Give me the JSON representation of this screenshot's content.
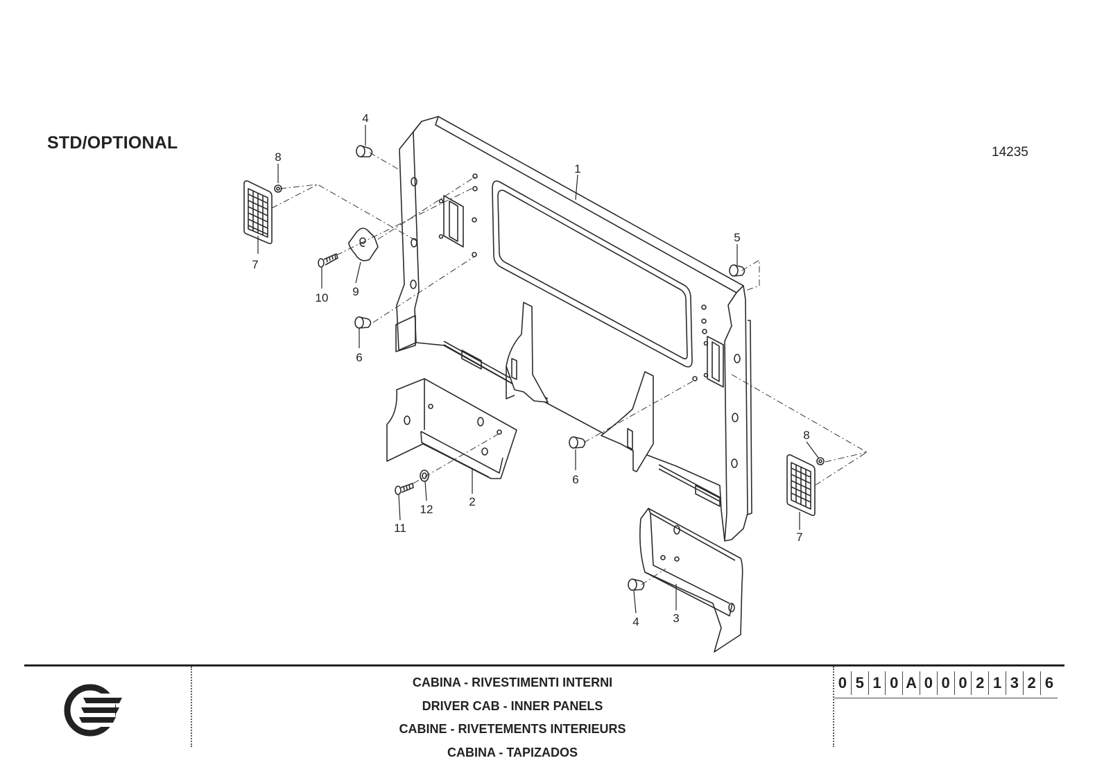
{
  "header": {
    "std_label": "STD/OPTIONAL",
    "ref_number": "14235"
  },
  "callouts": {
    "c1": "1",
    "c2": "2",
    "c3": "3",
    "c4a": "4",
    "c4b": "4",
    "c5": "5",
    "c6a": "6",
    "c6b": "6",
    "c7a": "7",
    "c7b": "7",
    "c8a": "8",
    "c8b": "8",
    "c9": "9",
    "c10": "10",
    "c11": "11",
    "c12": "12"
  },
  "footer": {
    "titles": [
      "CABINA - RIVESTIMENTI INTERNI",
      "DRIVER CAB - INNER PANELS",
      "CABINE - RIVETEMENTS INTERIEURS",
      "CABINA - TAPIZADOS"
    ],
    "code": [
      "0",
      "5",
      "1",
      "0",
      "A",
      "0",
      "0",
      "0",
      "2",
      "1",
      "3",
      "2",
      "6"
    ]
  },
  "colors": {
    "line": "#222222",
    "background": "#ffffff"
  }
}
